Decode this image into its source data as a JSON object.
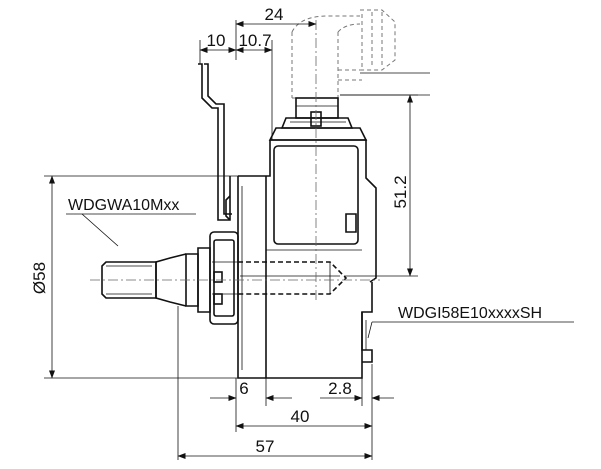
{
  "part_labels": {
    "top_part": "WDGWA10Mxx",
    "bottom_part": "WDGI58E10xxxxSH"
  },
  "dimensions": {
    "d24": "24",
    "d10": "10",
    "d10_7": "10.7",
    "d51_2": "51.2",
    "d58": "Ø58",
    "d6": "6",
    "d2_8": "2.8",
    "d40": "40",
    "d57": "57"
  },
  "colors": {
    "line": "#111111",
    "hidden_line": "#777777",
    "background": "#ffffff"
  }
}
